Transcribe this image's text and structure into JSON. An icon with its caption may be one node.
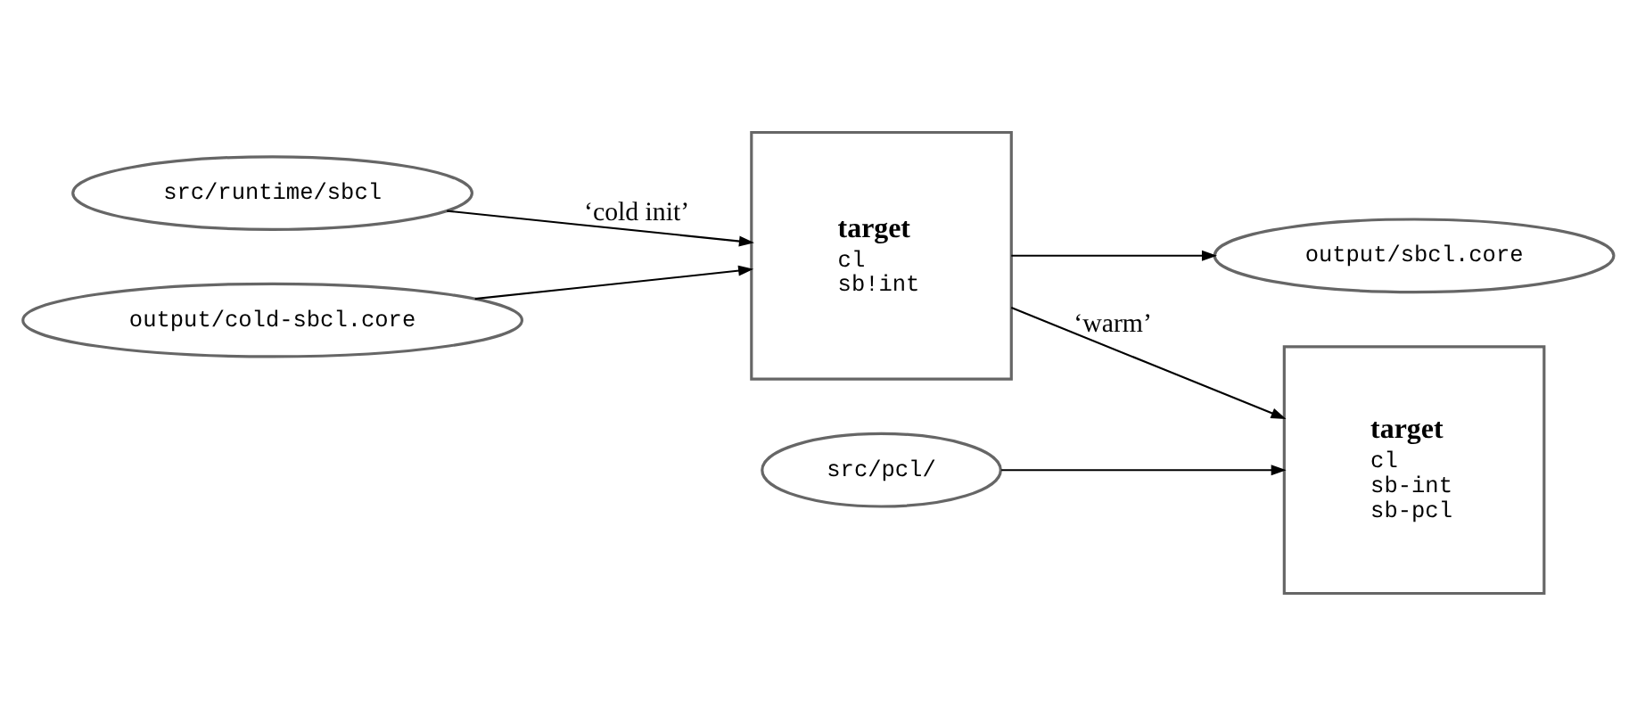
{
  "diagram": {
    "nodes": [
      {
        "text": [
          "src/runtime/sbcl"
        ]
      },
      {
        "text": [
          "output/cold-sbcl.core"
        ]
      },
      {
        "text": [
          "target",
          "cl",
          "sb!int"
        ]
      },
      {
        "text": [
          "src/pcl/"
        ]
      },
      {
        "text": [
          "target",
          "cl",
          "sb-int",
          "sb-pcl"
        ]
      },
      {
        "text": [
          "output/sbcl.core"
        ]
      }
    ],
    "edges": [
      {
        "from": 0,
        "to": 2,
        "arrow": "to",
        "label": "‘cold init’"
      },
      {
        "from": 1,
        "to": 2,
        "arrow": "to"
      },
      {
        "from": 2,
        "to": 4,
        "arrow": "to",
        "label": "‘warm’"
      },
      {
        "from": 3,
        "to": 4,
        "arrow": "to"
      },
      {
        "from": 2,
        "to": 5,
        "arrow": "to"
      }
    ]
  }
}
